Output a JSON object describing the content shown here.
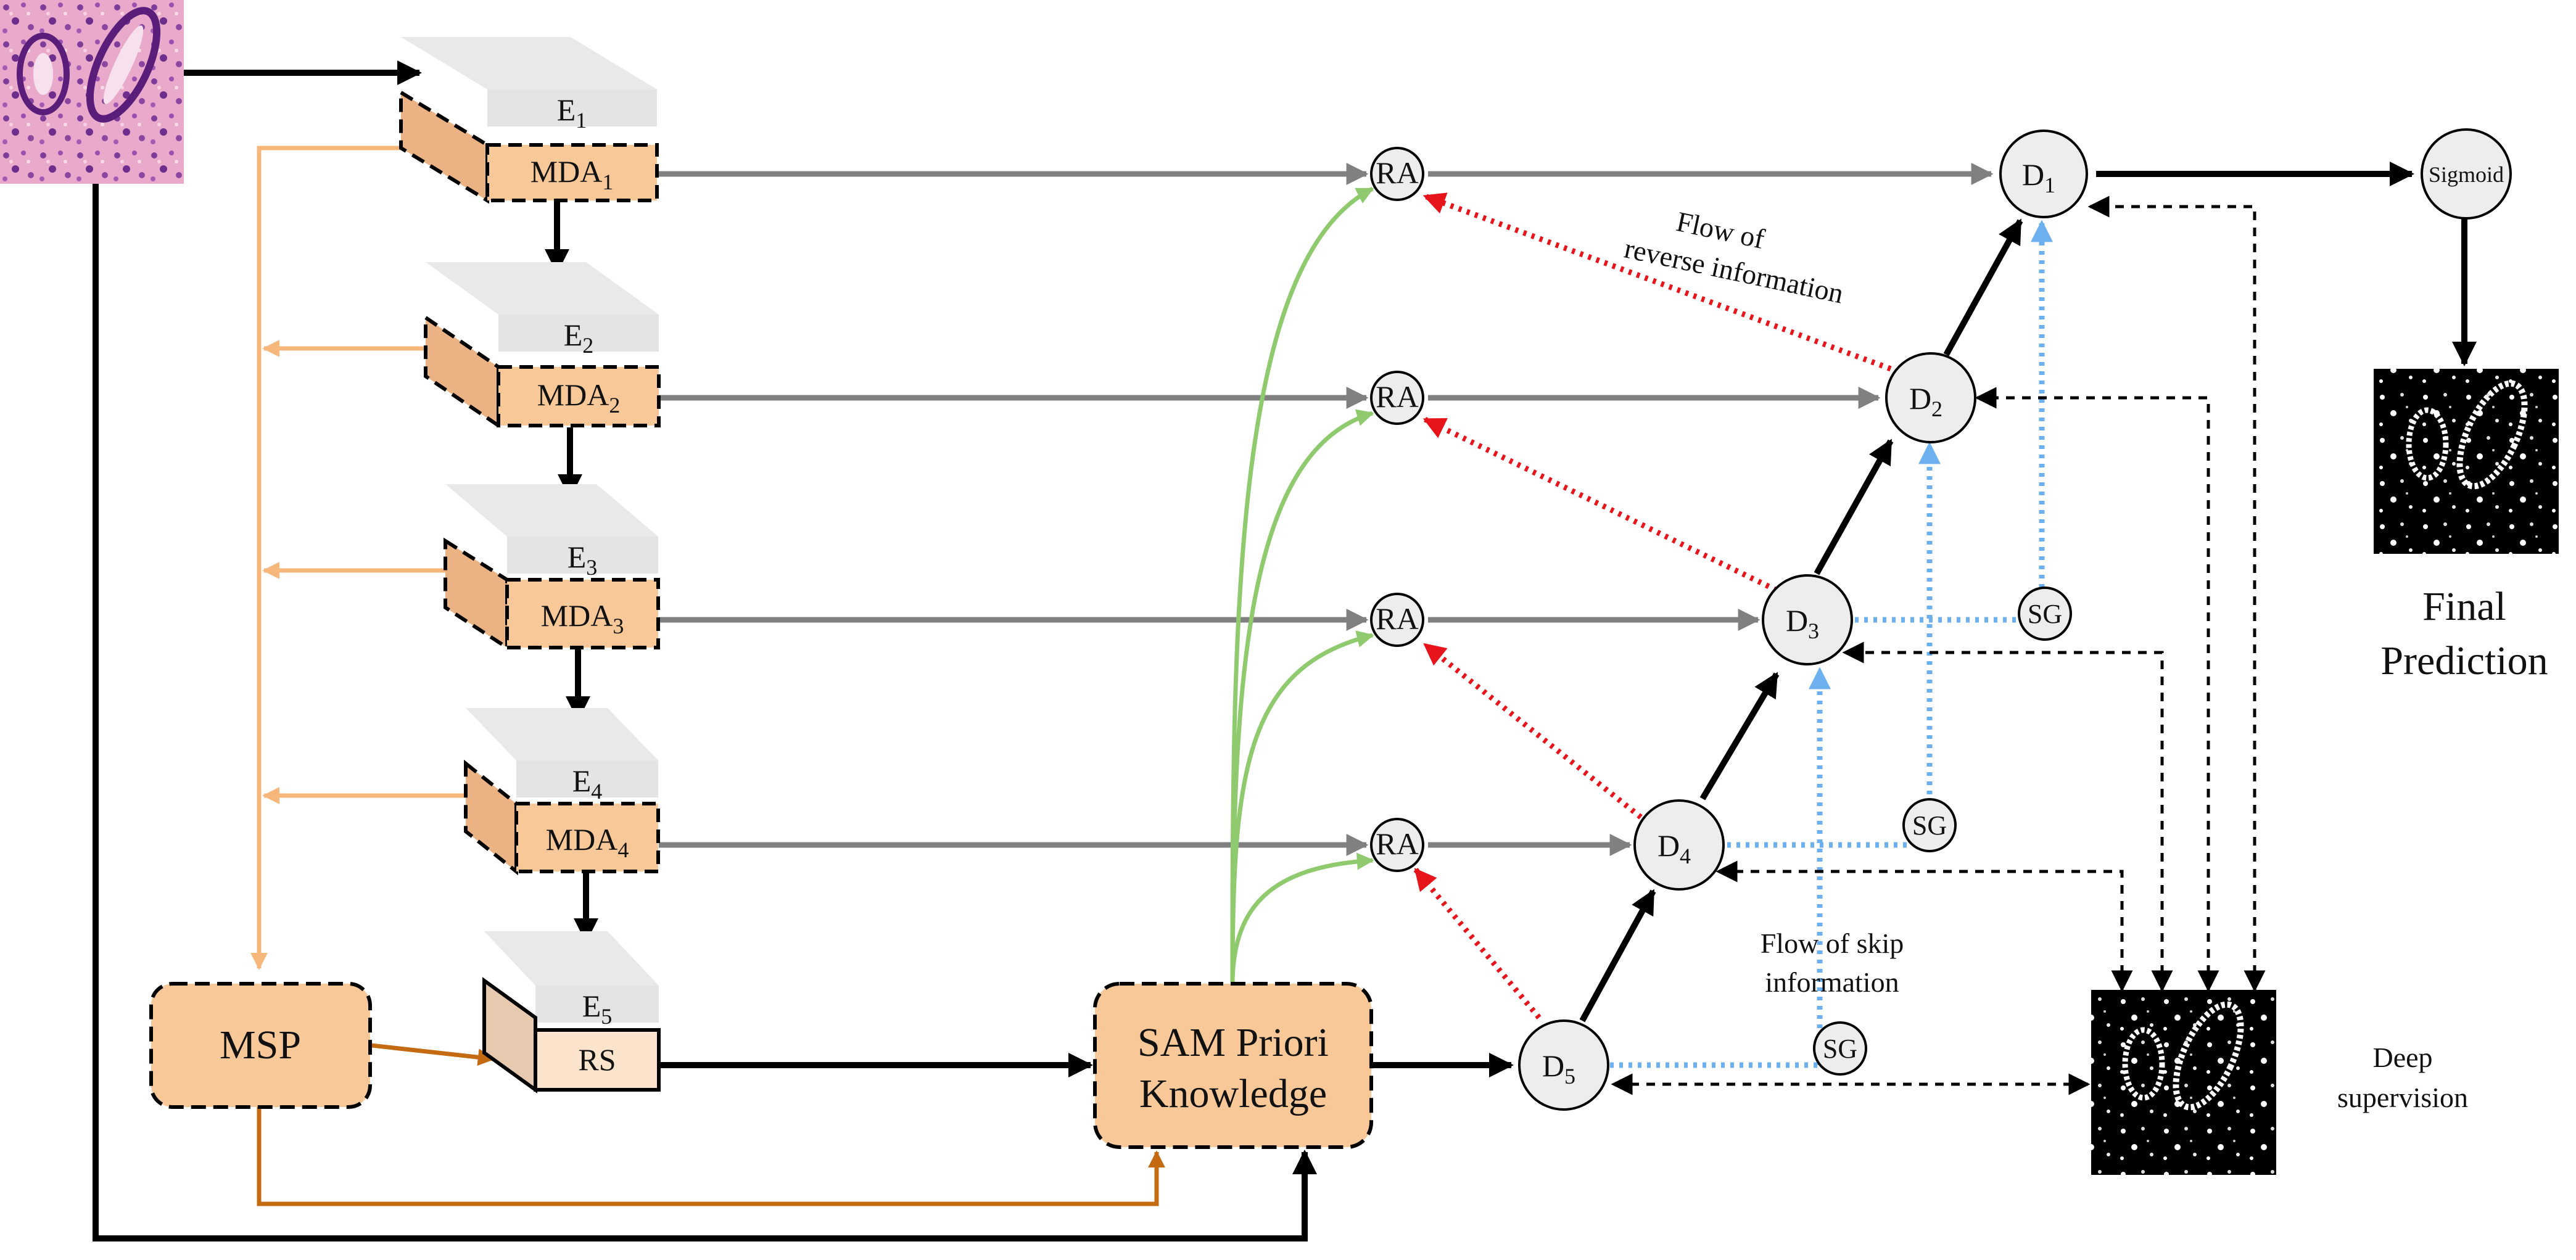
{
  "encoders": [
    {
      "name": "E",
      "sub": "1",
      "attn": "MDA",
      "attn_sub": "1"
    },
    {
      "name": "E",
      "sub": "2",
      "attn": "MDA",
      "attn_sub": "2"
    },
    {
      "name": "E",
      "sub": "3",
      "attn": "MDA",
      "attn_sub": "3"
    },
    {
      "name": "E",
      "sub": "4",
      "attn": "MDA",
      "attn_sub": "4"
    },
    {
      "name": "E",
      "sub": "5",
      "attn": "RS",
      "attn_sub": ""
    }
  ],
  "msp_label": "MSP",
  "sam": {
    "line1": "SAM Priori",
    "line2": "Knowledge"
  },
  "ra_label": "RA",
  "decoders": [
    {
      "name": "D",
      "sub": "1"
    },
    {
      "name": "D",
      "sub": "2"
    },
    {
      "name": "D",
      "sub": "3"
    },
    {
      "name": "D",
      "sub": "4"
    },
    {
      "name": "D",
      "sub": "5"
    }
  ],
  "sg_label": "SG",
  "sigmoid_label": "Sigmoid",
  "annotations": {
    "reverse_line1": "Flow of",
    "reverse_line2": "reverse information",
    "skip_line1": "Flow of skip",
    "skip_line2": "information"
  },
  "final": {
    "line1": "Final",
    "line2": "Prediction"
  },
  "deep": {
    "line1": "Deep",
    "line2": "supervision"
  },
  "colors": {
    "orange_fill": "#F9C898",
    "light_orange_fill": "#FCE4CC",
    "orange_arrow": "#F7B77A",
    "brown_arrow": "#C46A10",
    "gray_arrow": "#808080",
    "green_arrow": "#8FCB6E",
    "red_dotted": "#E8141B",
    "blue_dotted": "#6DB0EF",
    "node_fill": "#EDEDED"
  }
}
